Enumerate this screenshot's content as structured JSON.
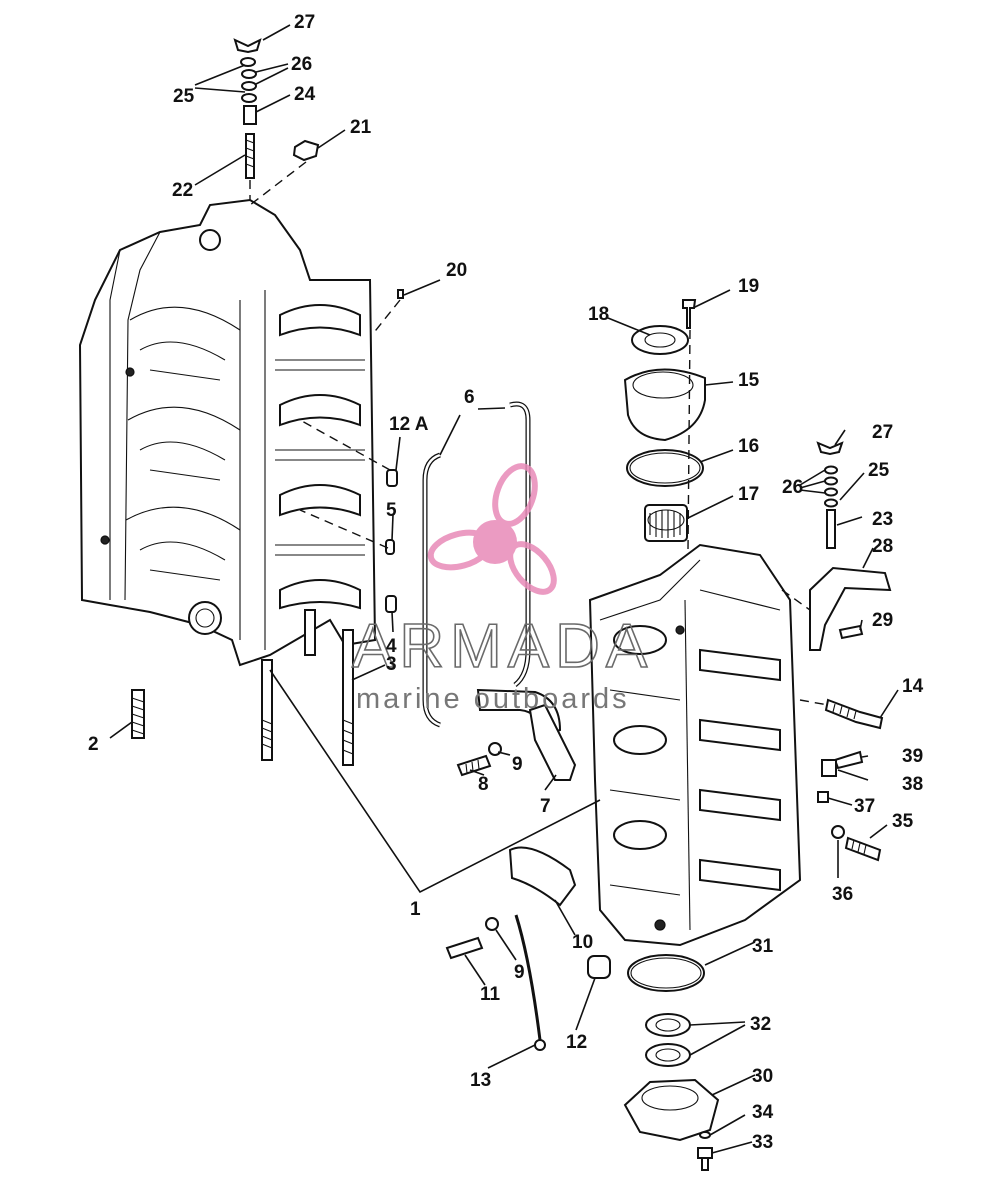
{
  "watermark": {
    "brand": "ARMADA",
    "tagline": "marine outboards",
    "logo_icon": "propeller-logo-icon",
    "logo_color": "#e88ab8"
  },
  "labels": [
    {
      "id": "27",
      "text": "27"
    },
    {
      "id": "26",
      "text": "26"
    },
    {
      "id": "25",
      "text": "25"
    },
    {
      "id": "24",
      "text": "24"
    },
    {
      "id": "21",
      "text": "21"
    },
    {
      "id": "22",
      "text": "22"
    },
    {
      "id": "20",
      "text": "20"
    },
    {
      "id": "19",
      "text": "19"
    },
    {
      "id": "18",
      "text": "18"
    },
    {
      "id": "15",
      "text": "15"
    },
    {
      "id": "6",
      "text": "6"
    },
    {
      "id": "12A",
      "text": "12 A"
    },
    {
      "id": "16",
      "text": "16"
    },
    {
      "id": "27b",
      "text": "27"
    },
    {
      "id": "25b",
      "text": "25"
    },
    {
      "id": "26b",
      "text": "26"
    },
    {
      "id": "17",
      "text": "17"
    },
    {
      "id": "23",
      "text": "23"
    },
    {
      "id": "5",
      "text": "5"
    },
    {
      "id": "28",
      "text": "28"
    },
    {
      "id": "29",
      "text": "29"
    },
    {
      "id": "4",
      "text": "4"
    },
    {
      "id": "3",
      "text": "3"
    },
    {
      "id": "14",
      "text": "14"
    },
    {
      "id": "2",
      "text": "2"
    },
    {
      "id": "39",
      "text": "39"
    },
    {
      "id": "38",
      "text": "38"
    },
    {
      "id": "8",
      "text": "8"
    },
    {
      "id": "9",
      "text": "9"
    },
    {
      "id": "7",
      "text": "7"
    },
    {
      "id": "37",
      "text": "37"
    },
    {
      "id": "35",
      "text": "35"
    },
    {
      "id": "36",
      "text": "36"
    },
    {
      "id": "1",
      "text": "1"
    },
    {
      "id": "10",
      "text": "10"
    },
    {
      "id": "31",
      "text": "31"
    },
    {
      "id": "9b",
      "text": "9"
    },
    {
      "id": "11",
      "text": "11"
    },
    {
      "id": "12",
      "text": "12"
    },
    {
      "id": "32",
      "text": "32"
    },
    {
      "id": "13",
      "text": "13"
    },
    {
      "id": "30",
      "text": "30"
    },
    {
      "id": "34",
      "text": "34"
    },
    {
      "id": "33",
      "text": "33"
    }
  ]
}
